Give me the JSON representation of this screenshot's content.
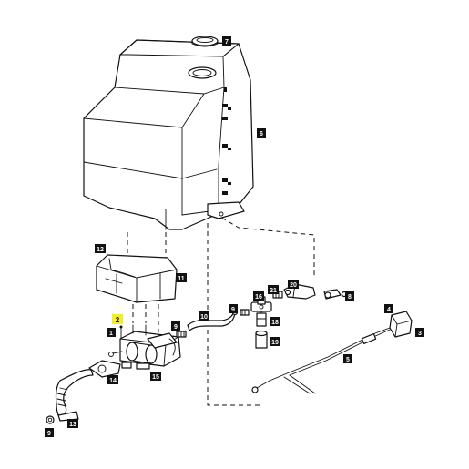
{
  "diagram": {
    "highlighted_part": "2",
    "callouts": [
      {
        "id": "c7",
        "label": "7"
      },
      {
        "id": "c6",
        "label": "6"
      },
      {
        "id": "c12",
        "label": "12"
      },
      {
        "id": "c11",
        "label": "11"
      },
      {
        "id": "c2",
        "label": "2"
      },
      {
        "id": "c1",
        "label": "1"
      },
      {
        "id": "c9a",
        "label": "9"
      },
      {
        "id": "c10",
        "label": "10"
      },
      {
        "id": "c16",
        "label": "16"
      },
      {
        "id": "c21",
        "label": "21"
      },
      {
        "id": "c20",
        "label": "20"
      },
      {
        "id": "c8",
        "label": "8"
      },
      {
        "id": "c9b",
        "label": "9"
      },
      {
        "id": "c18",
        "label": "18"
      },
      {
        "id": "c19",
        "label": "19"
      },
      {
        "id": "c4",
        "label": "4"
      },
      {
        "id": "c3",
        "label": "3"
      },
      {
        "id": "c5",
        "label": "5"
      },
      {
        "id": "c14",
        "label": "14"
      },
      {
        "id": "c15",
        "label": "15"
      },
      {
        "id": "c9c",
        "label": "9"
      },
      {
        "id": "c13",
        "label": "13"
      }
    ]
  }
}
